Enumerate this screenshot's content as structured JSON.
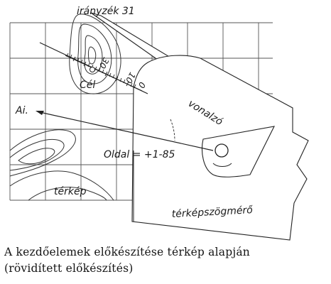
{
  "labels": {
    "iranyzek": "irányzék 31",
    "cel": "Cél",
    "ai": "Ai.",
    "vonalzo": "vonalzó",
    "oldal": "Oldal = +1-85",
    "terkep": "térkép",
    "terkepszogmero": "térképszögmérő",
    "scale_30": "30",
    "scale_10": "10",
    "scale_0": "0"
  },
  "caption": {
    "line1": "A kezdőelemek előkészítése térkép alapján",
    "line2": "(rövidített előkészítés)"
  }
}
